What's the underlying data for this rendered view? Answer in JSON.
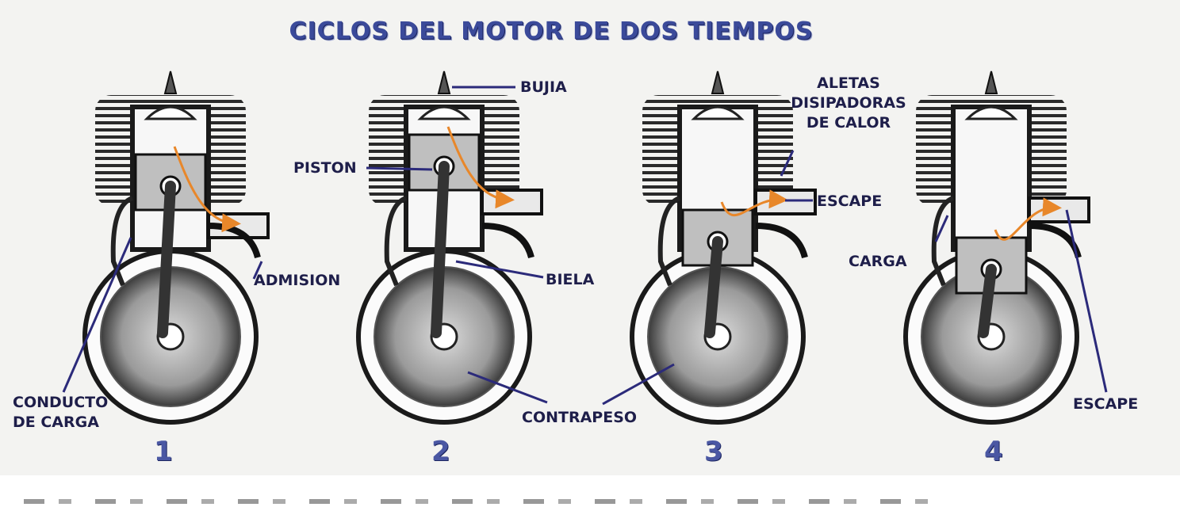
{
  "title": "CICLOS DEL MOTOR DE DOS TIEMPOS",
  "labels": {
    "bujia": "BUJIA",
    "aletas_line1": "ALETAS",
    "aletas_line2": "DISIPADORAS",
    "aletas_line3": "DE CALOR",
    "piston": "PISTON",
    "escape_3": "ESCAPE",
    "carga": "CARGA",
    "admision": "ADMISION",
    "biela": "BIELA",
    "conducto_line1": "CONDUCTO",
    "conducto_line2": "DE CARGA",
    "contrapeso": "CONTRAPESO",
    "escape_4": "ESCAPE"
  },
  "stages": [
    {
      "number": "1"
    },
    {
      "number": "2"
    },
    {
      "number": "3"
    },
    {
      "number": "4"
    }
  ],
  "colors": {
    "title": "#3b4a9a",
    "leader_lines": "#2b2a7a",
    "flow_arrows": "#e8872a",
    "engine_dark": "#1a1a1a",
    "engine_gray": "#8a8a8a"
  }
}
